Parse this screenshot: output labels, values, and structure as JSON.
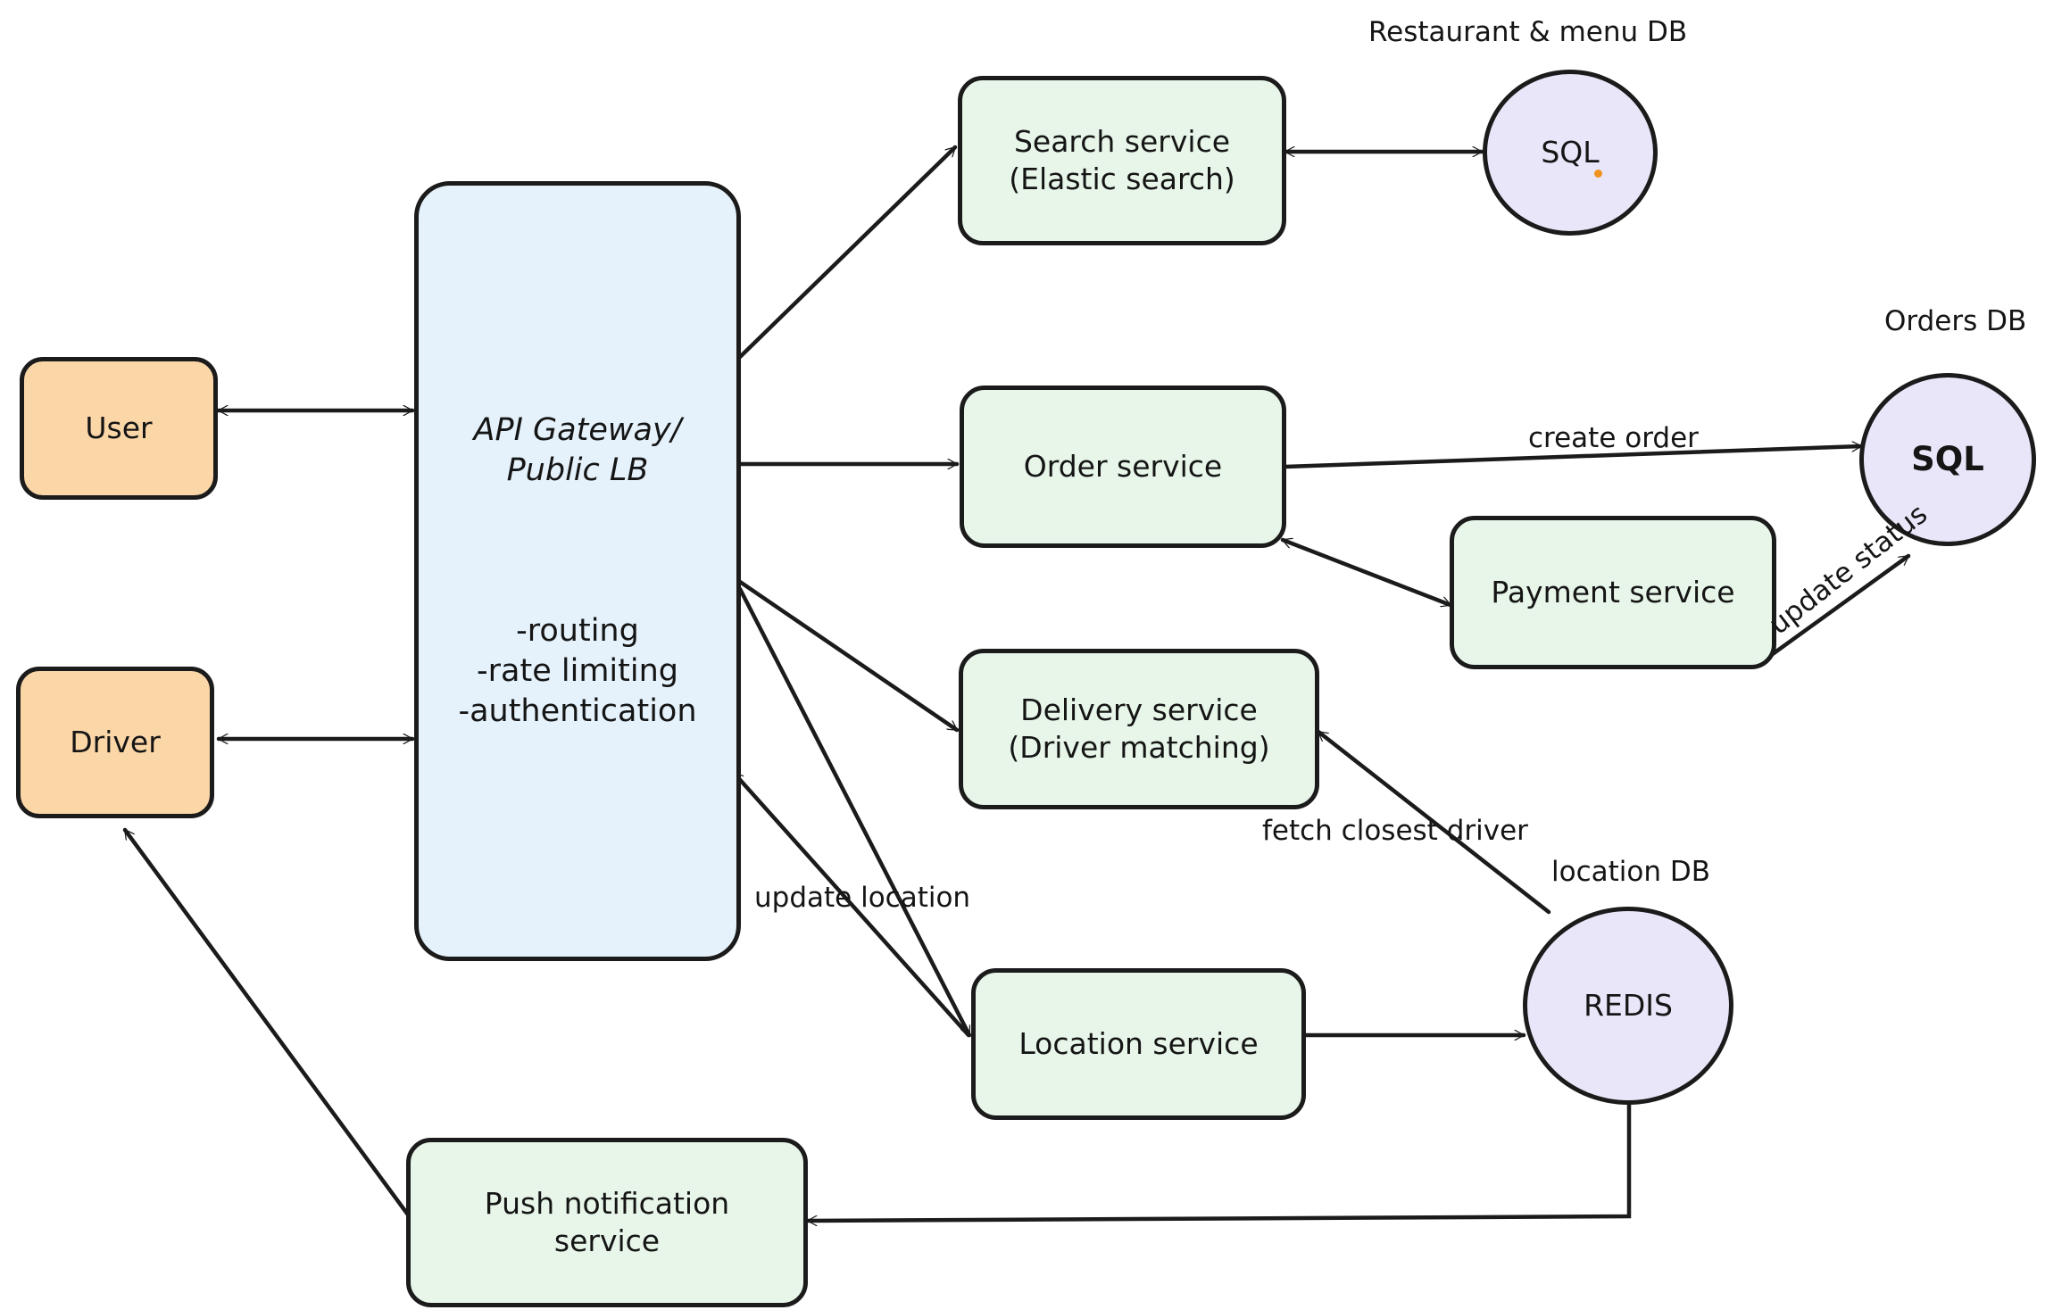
{
  "diagram": {
    "title": "Food delivery system architecture",
    "background": "#ffffff",
    "colors": {
      "actor_fill": "#fbd7a8",
      "gateway_fill": "#e5f2fb",
      "service_fill": "#e7f6e9",
      "db_fill": "#eae6fa",
      "stroke": "#1b1b1b",
      "text": "#151515",
      "accent_dot": "#f0921e"
    }
  },
  "nodes": {
    "user": {
      "label": "User",
      "type": "actor"
    },
    "driver": {
      "label": "Driver",
      "type": "actor"
    },
    "gateway": {
      "title": "API Gateway/\nPublic LB",
      "bullets": "-routing\n-rate limiting\n-authentication",
      "type": "gateway"
    },
    "search_service": {
      "label": "Search service\n(Elastic search)",
      "type": "service"
    },
    "order_service": {
      "label": "Order service",
      "type": "service"
    },
    "payment_service": {
      "label": "Payment service",
      "type": "service"
    },
    "delivery_service": {
      "label": "Delivery service\n(Driver matching)",
      "type": "service"
    },
    "location_service": {
      "label": "Location service",
      "type": "service"
    },
    "push_notification_service": {
      "label": "Push notification\nservice",
      "type": "service"
    },
    "restaurant_db": {
      "label": "SQL",
      "caption": "Restaurant & menu DB",
      "type": "db"
    },
    "orders_db": {
      "label": "SQL",
      "caption": "Orders DB",
      "type": "db"
    },
    "location_db": {
      "label": "REDIS",
      "caption": "location DB",
      "type": "db"
    }
  },
  "edge_labels": {
    "create_order": "create order",
    "update_status": "update status",
    "fetch_closest_driver": "fetch closest driver",
    "update_location": "update location"
  },
  "edges": [
    {
      "from": "user",
      "to": "gateway",
      "direction": "both",
      "label": ""
    },
    {
      "from": "driver",
      "to": "gateway",
      "direction": "both",
      "label": ""
    },
    {
      "from": "gateway",
      "to": "search_service",
      "direction": "to",
      "label": ""
    },
    {
      "from": "gateway",
      "to": "order_service",
      "direction": "to",
      "label": ""
    },
    {
      "from": "gateway",
      "to": "delivery_service",
      "direction": "to",
      "label": ""
    },
    {
      "from": "gateway",
      "to": "location_service",
      "direction": "to",
      "label": ""
    },
    {
      "from": "search_service",
      "to": "restaurant_db",
      "direction": "both",
      "label": ""
    },
    {
      "from": "order_service",
      "to": "orders_db",
      "direction": "to",
      "label": "create order"
    },
    {
      "from": "order_service",
      "to": "payment_service",
      "direction": "both",
      "label": ""
    },
    {
      "from": "payment_service",
      "to": "orders_db",
      "direction": "to",
      "label": "update status"
    },
    {
      "from": "location_db",
      "to": "delivery_service",
      "direction": "to",
      "label": "fetch closest driver"
    },
    {
      "from": "location_service",
      "to": "location_db",
      "direction": "to",
      "label": ""
    },
    {
      "from": "location_service",
      "to": "gateway",
      "direction": "to",
      "label": "update location"
    },
    {
      "from": "location_db",
      "to": "push_notification_service",
      "direction": "to",
      "label": ""
    },
    {
      "from": "push_notification_service",
      "to": "driver",
      "direction": "to",
      "label": ""
    }
  ]
}
